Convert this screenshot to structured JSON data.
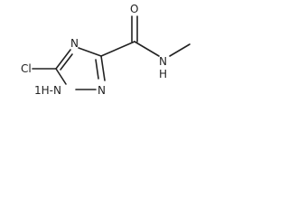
{
  "molecule": {
    "atoms": {
      "cl": "Cl",
      "n_ring_top": "N",
      "nh_ring": "1H-N",
      "n_ring_bottom_right": "N",
      "o_carbonyl": "O",
      "n_amide": "N",
      "h_amide": "H"
    }
  }
}
